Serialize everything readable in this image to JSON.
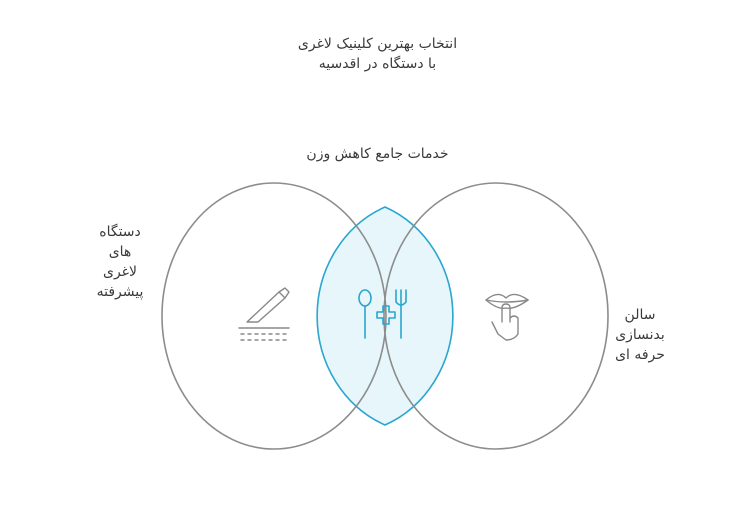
{
  "diagram": {
    "title_lines": [
      "انتخاب بهترین کلینیک لاغری",
      "با دستگاه در اقدسیه"
    ],
    "intersection_label": "خدمات جامع کاهش وزن",
    "left_label_lines": [
      "دستگاه",
      "های",
      "لاغری",
      "پیشرفته"
    ],
    "right_label_lines": [
      "سالن",
      "بدنسازی",
      "حرفه ای"
    ],
    "left_icon": "slimming-device-icon",
    "center_icon": "nutrition-health-icon",
    "right_icon": "silence-hand-lips-icon",
    "colors": {
      "circle_stroke": "#8c8c8c",
      "intersection_fill": "#e6f6fb",
      "intersection_stroke": "#2aa6cf",
      "text": "#3a3a3a",
      "icon": "#888888"
    }
  }
}
